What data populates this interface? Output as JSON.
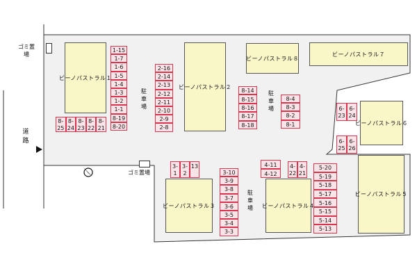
{
  "site": {
    "buildings": {
      "b1": "ビーノパストラル１",
      "b2": "ビーノパストラル２",
      "b3": "ビーノパストラル３",
      "b4": "ビーノパストラル４",
      "b5": "ビーノパストラル５",
      "b6": "ビーノパストラル６",
      "b7": "ビーノパストラル７",
      "b8": "ビーノパストラル８"
    },
    "labels": {
      "parking_a": "駐車場",
      "parking_b": "駐車場",
      "parking_c": "駐車場",
      "garbage_top": "ゴミ置場",
      "garbage_mid": "ゴミ置場",
      "road": "道路"
    },
    "slots": {
      "c1": [
        "1-15",
        "1-7",
        "1-6",
        "1-5",
        "1-4",
        "1-3",
        "1-2",
        "1-1",
        "8-19",
        "8-20"
      ],
      "c2": [
        "2-16",
        "2-14",
        "2-13",
        "2-12",
        "2-11",
        "2-10",
        "2-9",
        "2-8"
      ],
      "c3": [
        "8-14",
        "8-15",
        "8-16",
        "8-17",
        "8-18"
      ],
      "c4": [
        "8-4",
        "8-3",
        "8-2",
        "8-1"
      ],
      "row8": [
        [
          "8-",
          "25"
        ],
        [
          "8-",
          "24"
        ],
        [
          "8-",
          "23"
        ],
        [
          "8-",
          "22"
        ],
        [
          "8-",
          "21"
        ]
      ],
      "row3": [
        [
          "3-",
          "1"
        ],
        [
          "3-",
          "2"
        ],
        [
          "",
          "13"
        ]
      ],
      "c3b": [
        "3-10",
        "3-9",
        "3-8",
        "3-7",
        "3-6",
        "3-5",
        "3-4",
        "3-3"
      ],
      "c4a": [
        "4-11",
        "4-12"
      ],
      "c4b": [
        [
          "4-",
          "22"
        ],
        [
          "4-",
          "21"
        ]
      ],
      "c5": [
        "5-20",
        "5-19",
        "5-18",
        "5-17",
        "5-16",
        "5-15",
        "5-14",
        "5-13"
      ],
      "c6a": [
        [
          "6-",
          "23"
        ],
        [
          "6-",
          "24"
        ]
      ],
      "c6b": [
        [
          "6-",
          "25"
        ],
        [
          "6-",
          "26"
        ]
      ]
    }
  }
}
